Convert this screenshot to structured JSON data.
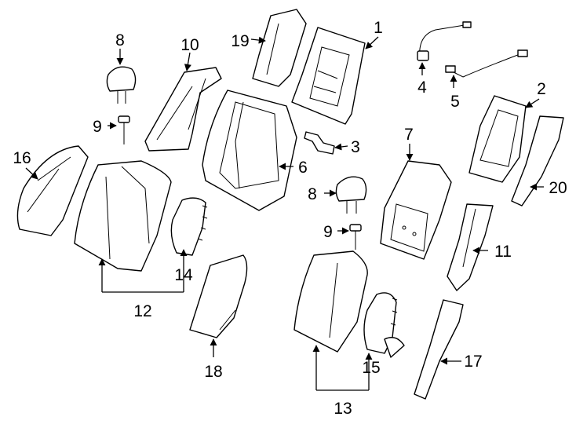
{
  "callouts": {
    "c1": "1",
    "c2": "2",
    "c3": "3",
    "c4": "4",
    "c5": "5",
    "c6": "6",
    "c7": "7",
    "c8a": "8",
    "c8b": "8",
    "c9a": "9",
    "c9b": "9",
    "c10": "10",
    "c11": "11",
    "c12": "12",
    "c13": "13",
    "c14": "14",
    "c15": "15",
    "c16": "16",
    "c17": "17",
    "c18": "18",
    "c19": "19",
    "c20": "20"
  }
}
